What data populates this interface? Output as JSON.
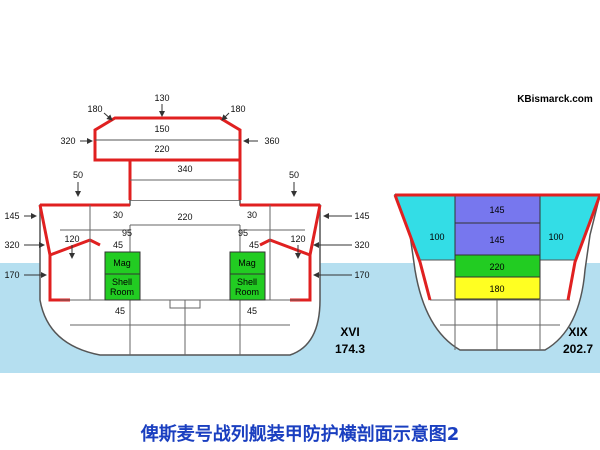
{
  "watermark": "KBismarck.com",
  "caption": "俾斯麦号战列舰装甲防护横剖面示意图2",
  "colors": {
    "sea": "#b5dff0",
    "hull_fill": "#ffffff",
    "armor": "#e02020",
    "line": "#555555",
    "magazine": "#22cc22",
    "cyan": "#33dde6",
    "blue": "#7777ee",
    "yellow": "#ffff22",
    "caption": "#1a3fc0"
  },
  "section_xvi": {
    "label_station": "XVI",
    "label_frame": "174.3",
    "armor_labels": {
      "top_center": "130",
      "top_left": "180",
      "top_right": "180",
      "tower_top": "150",
      "tower_base": "220",
      "tower_left": "320",
      "tower_right": "360",
      "tube": "340",
      "upper_deck_left": "50",
      "upper_deck_right": "50",
      "main_deck": "220",
      "side_left_145": "145",
      "side_right_145": "145",
      "side_left_320": "320",
      "side_right_320": "320",
      "side_left_170": "170",
      "side_right_170": "170",
      "inner_left_30": "30",
      "inner_right_30": "30",
      "slope_left_120": "120",
      "slope_right_120": "120",
      "left_95": "95",
      "right_95": "95",
      "left_45": "45",
      "right_45": "45",
      "bottom_left_45": "45",
      "bottom_right_45": "45"
    },
    "compartments": {
      "mag_left": "Mag",
      "shell_left_1": "Shell",
      "shell_left_2": "Room",
      "mag_right": "Mag",
      "shell_right_1": "Shell",
      "shell_right_2": "Room"
    }
  },
  "section_xix": {
    "label_station": "XIX",
    "label_frame": "202.7",
    "labels": {
      "top": "145",
      "mid": "145",
      "left": "100",
      "right": "100",
      "green": "220",
      "yellow": "180"
    }
  }
}
